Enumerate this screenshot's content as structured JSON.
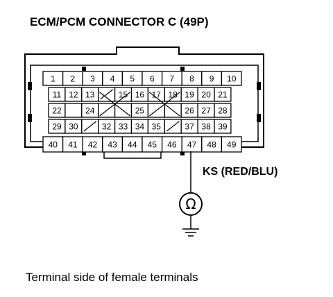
{
  "title": "ECM/PCM CONNECTOR C (49P)",
  "caption": "Terminal side of female terminals",
  "wire_label": "KS (RED/BLU)",
  "meter_symbol": "Ω",
  "probe_terminal": "47",
  "ground_icon": "ground-icon",
  "rows": [
    [
      "1",
      "2",
      "3",
      "4",
      "5",
      "6",
      "7",
      "8",
      "9",
      "10"
    ],
    [
      "11",
      "12",
      "13",
      "",
      "15",
      "16",
      "17",
      "18",
      "19",
      "20",
      "21"
    ],
    [
      "22",
      "",
      "24",
      "",
      "",
      "25",
      "",
      "",
      "26",
      "27",
      "28"
    ],
    [
      "29",
      "30",
      "",
      "32",
      "33",
      "34",
      "35",
      "",
      "37",
      "38",
      "39"
    ],
    [
      "40",
      "41",
      "42",
      "43",
      "44",
      "45",
      "46",
      "47",
      "48",
      "49"
    ]
  ],
  "cavity_markers": {
    "slash": [
      [
        1,
        3
      ],
      [
        3,
        2
      ],
      [
        3,
        7
      ]
    ],
    "cross": [
      [
        2,
        3
      ],
      [
        2,
        6
      ]
    ]
  }
}
